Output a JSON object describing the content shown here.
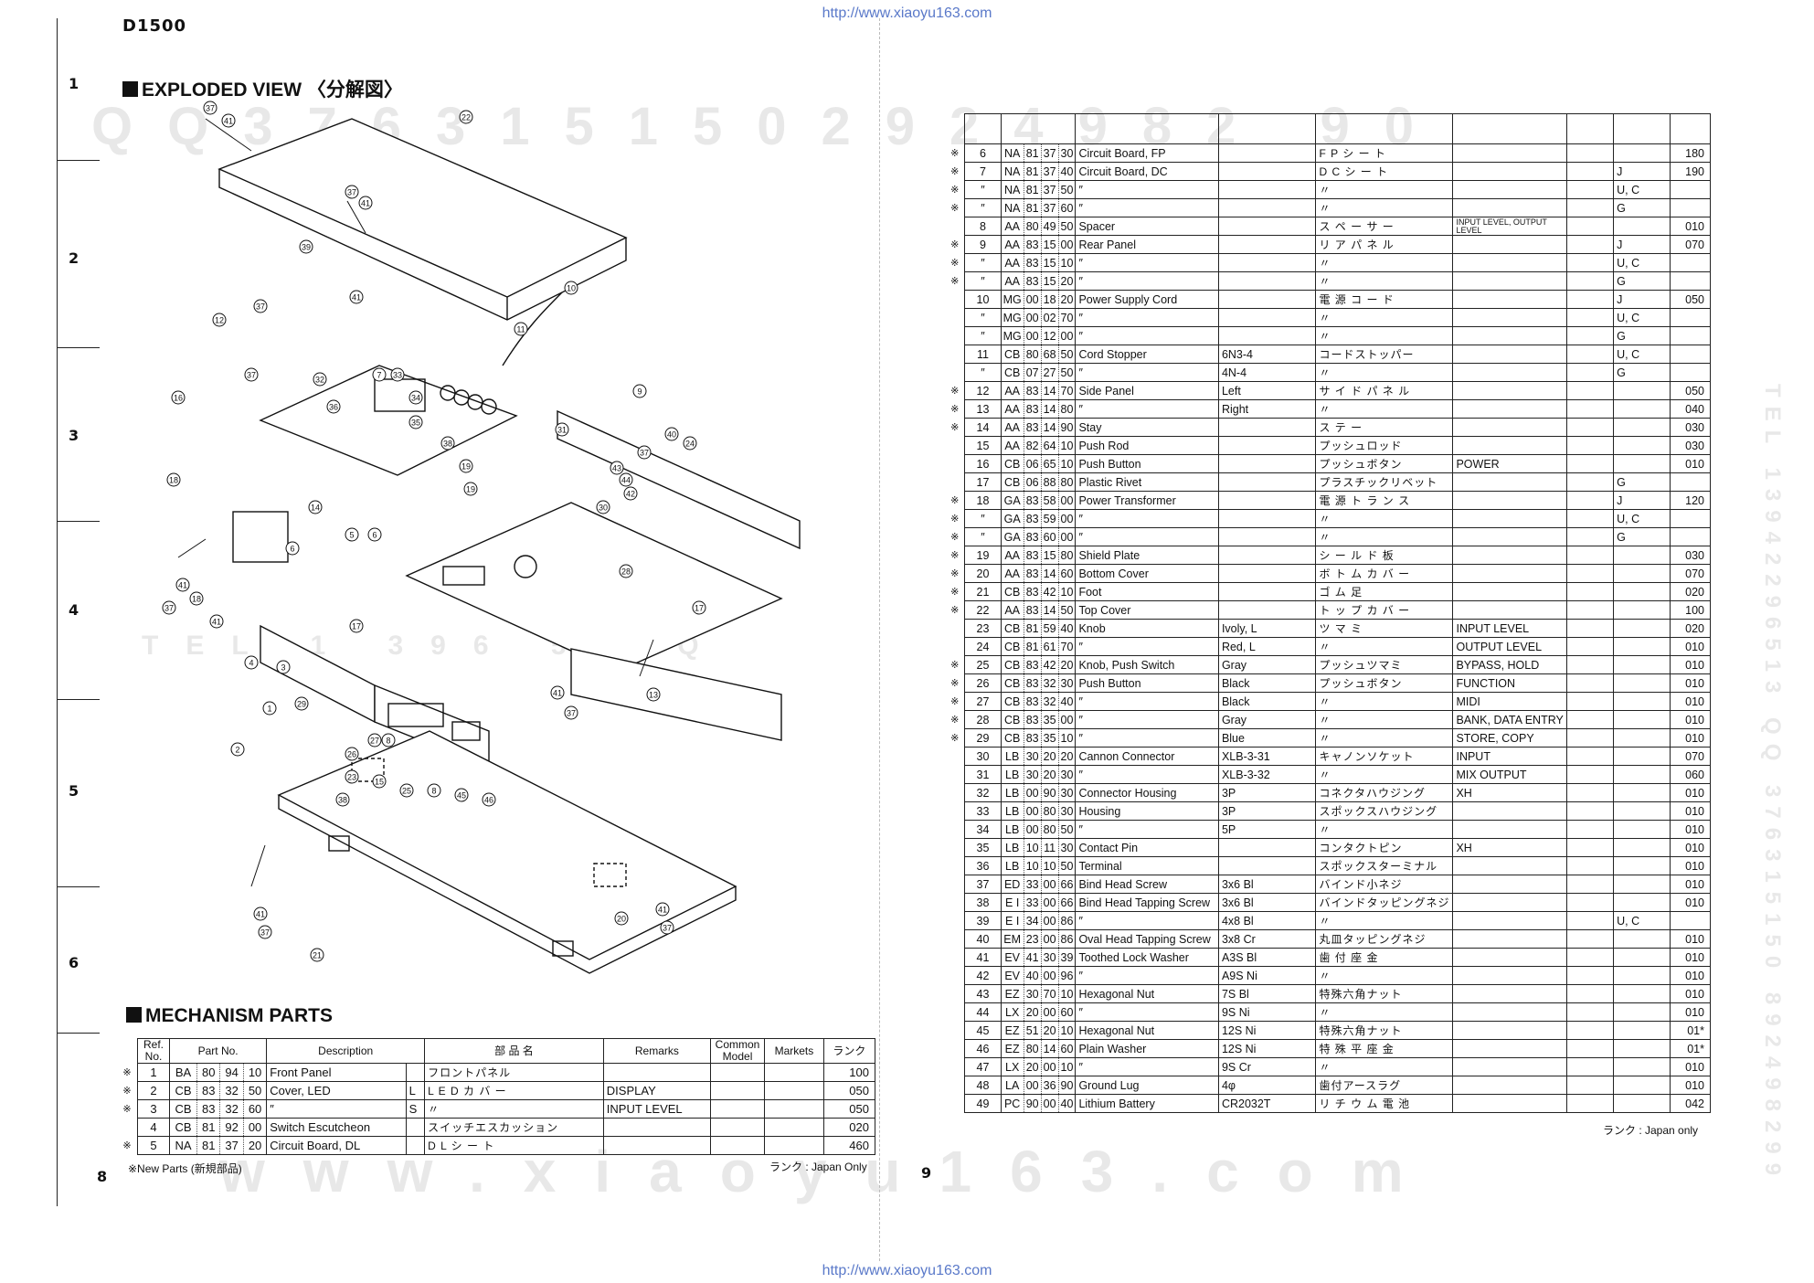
{
  "site_url": "http://www.xiaoyu163.com",
  "model": "D1500",
  "row_guide": [
    "1",
    "2",
    "3",
    "4",
    "5",
    "6"
  ],
  "exploded_title": "EXPLODED VIEW 〈分解図〉",
  "mechanism_title": "MECHANISM PARTS",
  "watermark_top": "QQ3763151502924982 90",
  "watermark_mid": "TEL 1 396 5 QQ",
  "watermark_bottom": "www.xiaoyu163.com",
  "watermark_side": "TEL 13942296513 QQ 376315150 892498299",
  "mech_headers": {
    "ref": "Ref. No.",
    "part": "Part No.",
    "desc": "Description",
    "jp": "部 品 名",
    "remarks": "Remarks",
    "common": "Common Model",
    "markets": "Markets",
    "rank": "ランク"
  },
  "mech_rows": [
    {
      "mark": "※",
      "ref": "1",
      "p": [
        "BA",
        "80",
        "94",
        "10"
      ],
      "desc": "Front Panel",
      "spec": "",
      "jp": "フロントパネル",
      "rem": "",
      "mk": "",
      "rank": "100"
    },
    {
      "mark": "※",
      "ref": "2",
      "p": [
        "CB",
        "83",
        "32",
        "50"
      ],
      "desc": "Cover, LED",
      "spec": "L",
      "jp": "L E D カ バ ー",
      "rem": "DISPLAY",
      "mk": "",
      "rank": "050"
    },
    {
      "mark": "※",
      "ref": "3",
      "p": [
        "CB",
        "83",
        "32",
        "60"
      ],
      "desc": "″",
      "spec": "S",
      "jp": "〃",
      "rem": "INPUT LEVEL",
      "mk": "",
      "rank": "050"
    },
    {
      "mark": "",
      "ref": "4",
      "p": [
        "CB",
        "81",
        "92",
        "00"
      ],
      "desc": "Switch Escutcheon",
      "spec": "",
      "jp": "スイッチエスカッション",
      "rem": "",
      "mk": "",
      "rank": "020"
    },
    {
      "mark": "※",
      "ref": "5",
      "p": [
        "NA",
        "81",
        "37",
        "20"
      ],
      "desc": "Circuit Board, DL",
      "spec": "",
      "jp": "D L シ ー ト",
      "rem": "",
      "mk": "",
      "rank": "460"
    }
  ],
  "new_parts_note": "※New Parts (新規部品)",
  "rank_note": "ランク : Japan Only",
  "rank_note2": "ランク : Japan only",
  "page_left": "8",
  "page_right": "9",
  "right_rows": [
    {
      "mark": "※",
      "ref": "6",
      "p": [
        "NA",
        "81",
        "37",
        "30"
      ],
      "desc": "Circuit Board, FP",
      "spec": "",
      "jp": "F P シ ー ト",
      "rem": "",
      "mk": "",
      "rank": "180"
    },
    {
      "mark": "※",
      "ref": "7",
      "p": [
        "NA",
        "81",
        "37",
        "40"
      ],
      "desc": "Circuit Board, DC",
      "spec": "",
      "jp": "D C シ ー ト",
      "rem": "",
      "mk": "J",
      "rank": "190"
    },
    {
      "mark": "※",
      "ref": "″",
      "p": [
        "NA",
        "81",
        "37",
        "50"
      ],
      "desc": "″",
      "spec": "",
      "jp": "〃",
      "rem": "",
      "mk": "U, C",
      "rank": ""
    },
    {
      "mark": "※",
      "ref": "″",
      "p": [
        "NA",
        "81",
        "37",
        "60"
      ],
      "desc": "″",
      "spec": "",
      "jp": "〃",
      "rem": "",
      "mk": "G",
      "rank": ""
    },
    {
      "mark": "",
      "ref": "8",
      "p": [
        "AA",
        "80",
        "49",
        "50"
      ],
      "desc": "Spacer",
      "spec": "",
      "jp": "ス ペ ー サ ー",
      "rem": "INPUT LEVEL, OUTPUT LEVEL",
      "mk": "",
      "rank": "010"
    },
    {
      "mark": "※",
      "ref": "9",
      "p": [
        "AA",
        "83",
        "15",
        "00"
      ],
      "desc": "Rear Panel",
      "spec": "",
      "jp": "リ ア パ ネ ル",
      "rem": "",
      "mk": "J",
      "rank": "070"
    },
    {
      "mark": "※",
      "ref": "″",
      "p": [
        "AA",
        "83",
        "15",
        "10"
      ],
      "desc": "″",
      "spec": "",
      "jp": "〃",
      "rem": "",
      "mk": "U, C",
      "rank": ""
    },
    {
      "mark": "※",
      "ref": "″",
      "p": [
        "AA",
        "83",
        "15",
        "20"
      ],
      "desc": "″",
      "spec": "",
      "jp": "〃",
      "rem": "",
      "mk": "G",
      "rank": ""
    },
    {
      "mark": "",
      "ref": "10",
      "p": [
        "MG",
        "00",
        "18",
        "20"
      ],
      "desc": "Power Supply Cord",
      "spec": "",
      "jp": "電 源 コ ー ド",
      "rem": "",
      "mk": "J",
      "rank": "050"
    },
    {
      "mark": "",
      "ref": "″",
      "p": [
        "MG",
        "00",
        "02",
        "70"
      ],
      "desc": "″",
      "spec": "",
      "jp": "〃",
      "rem": "",
      "mk": "U, C",
      "rank": ""
    },
    {
      "mark": "",
      "ref": "″",
      "p": [
        "MG",
        "00",
        "12",
        "00"
      ],
      "desc": "″",
      "spec": "",
      "jp": "〃",
      "rem": "",
      "mk": "G",
      "rank": ""
    },
    {
      "mark": "",
      "ref": "11",
      "p": [
        "CB",
        "80",
        "68",
        "50"
      ],
      "desc": "Cord Stopper",
      "spec": "6N3-4",
      "jp": "コードストッパー",
      "rem": "",
      "mk": "U, C",
      "rank": ""
    },
    {
      "mark": "",
      "ref": "″",
      "p": [
        "CB",
        "07",
        "27",
        "50"
      ],
      "desc": "″",
      "spec": "4N-4",
      "jp": "〃",
      "rem": "",
      "mk": "G",
      "rank": ""
    },
    {
      "mark": "※",
      "ref": "12",
      "p": [
        "AA",
        "83",
        "14",
        "70"
      ],
      "desc": "Side Panel",
      "spec": "Left",
      "jp": "サ イ ド パ ネ ル",
      "rem": "",
      "mk": "",
      "rank": "050"
    },
    {
      "mark": "※",
      "ref": "13",
      "p": [
        "AA",
        "83",
        "14",
        "80"
      ],
      "desc": "″",
      "spec": "Right",
      "jp": "〃",
      "rem": "",
      "mk": "",
      "rank": "040"
    },
    {
      "mark": "※",
      "ref": "14",
      "p": [
        "AA",
        "83",
        "14",
        "90"
      ],
      "desc": "Stay",
      "spec": "",
      "jp": "ス テ ー",
      "rem": "",
      "mk": "",
      "rank": "030"
    },
    {
      "mark": "",
      "ref": "15",
      "p": [
        "AA",
        "82",
        "64",
        "10"
      ],
      "desc": "Push Rod",
      "spec": "",
      "jp": "プッシュロッド",
      "rem": "",
      "mk": "",
      "rank": "030"
    },
    {
      "mark": "",
      "ref": "16",
      "p": [
        "CB",
        "06",
        "65",
        "10"
      ],
      "desc": "Push Button",
      "spec": "",
      "jp": "プッシュボタン",
      "rem": "POWER",
      "mk": "",
      "rank": "010"
    },
    {
      "mark": "",
      "ref": "17",
      "p": [
        "CB",
        "06",
        "88",
        "80"
      ],
      "desc": "Plastic Rivet",
      "spec": "",
      "jp": "プラスチックリベット",
      "rem": "",
      "mk": "G",
      "rank": ""
    },
    {
      "mark": "※",
      "ref": "18",
      "p": [
        "GA",
        "83",
        "58",
        "00"
      ],
      "desc": "Power Transformer",
      "spec": "",
      "jp": "電 源 ト ラ ン ス",
      "rem": "",
      "mk": "J",
      "rank": "120"
    },
    {
      "mark": "※",
      "ref": "″",
      "p": [
        "GA",
        "83",
        "59",
        "00"
      ],
      "desc": "″",
      "spec": "",
      "jp": "〃",
      "rem": "",
      "mk": "U, C",
      "rank": ""
    },
    {
      "mark": "※",
      "ref": "″",
      "p": [
        "GA",
        "83",
        "60",
        "00"
      ],
      "desc": "″",
      "spec": "",
      "jp": "〃",
      "rem": "",
      "mk": "G",
      "rank": ""
    },
    {
      "mark": "※",
      "ref": "19",
      "p": [
        "AA",
        "83",
        "15",
        "80"
      ],
      "desc": "Shield Plate",
      "spec": "",
      "jp": "シ ー ル ド 板",
      "rem": "",
      "mk": "",
      "rank": "030"
    },
    {
      "mark": "※",
      "ref": "20",
      "p": [
        "AA",
        "83",
        "14",
        "60"
      ],
      "desc": "Bottom Cover",
      "spec": "",
      "jp": "ボ ト ム カ バ ー",
      "rem": "",
      "mk": "",
      "rank": "070"
    },
    {
      "mark": "※",
      "ref": "21",
      "p": [
        "CB",
        "83",
        "42",
        "10"
      ],
      "desc": "Foot",
      "spec": "",
      "jp": "ゴ ム 足",
      "rem": "",
      "mk": "",
      "rank": "020"
    },
    {
      "mark": "※",
      "ref": "22",
      "p": [
        "AA",
        "83",
        "14",
        "50"
      ],
      "desc": "Top Cover",
      "spec": "",
      "jp": "ト ッ プ カ バ ー",
      "rem": "",
      "mk": "",
      "rank": "100"
    },
    {
      "mark": "",
      "ref": "23",
      "p": [
        "CB",
        "81",
        "59",
        "40"
      ],
      "desc": "Knob",
      "spec": "Ivoly, L",
      "jp": "ツ マ ミ",
      "rem": "INPUT LEVEL",
      "mk": "",
      "rank": "020"
    },
    {
      "mark": "",
      "ref": "24",
      "p": [
        "CB",
        "81",
        "61",
        "70"
      ],
      "desc": "″",
      "spec": "Red, L",
      "jp": "〃",
      "rem": "OUTPUT LEVEL",
      "mk": "",
      "rank": "010"
    },
    {
      "mark": "※",
      "ref": "25",
      "p": [
        "CB",
        "83",
        "42",
        "20"
      ],
      "desc": "Knob, Push Switch",
      "spec": "Gray",
      "jp": "プッシュツマミ",
      "rem": "BYPASS, HOLD",
      "mk": "",
      "rank": "010"
    },
    {
      "mark": "※",
      "ref": "26",
      "p": [
        "CB",
        "83",
        "32",
        "30"
      ],
      "desc": "Push Button",
      "spec": "Black",
      "jp": "プッシュボタン",
      "rem": "FUNCTION",
      "mk": "",
      "rank": "010"
    },
    {
      "mark": "※",
      "ref": "27",
      "p": [
        "CB",
        "83",
        "32",
        "40"
      ],
      "desc": "″",
      "spec": "Black",
      "jp": "〃",
      "rem": "MIDI",
      "mk": "",
      "rank": "010"
    },
    {
      "mark": "※",
      "ref": "28",
      "p": [
        "CB",
        "83",
        "35",
        "00"
      ],
      "desc": "″",
      "spec": "Gray",
      "jp": "〃",
      "rem": "BANK, DATA ENTRY",
      "mk": "",
      "rank": "010"
    },
    {
      "mark": "※",
      "ref": "29",
      "p": [
        "CB",
        "83",
        "35",
        "10"
      ],
      "desc": "″",
      "spec": "Blue",
      "jp": "〃",
      "rem": "STORE, COPY",
      "mk": "",
      "rank": "010"
    },
    {
      "mark": "",
      "ref": "30",
      "p": [
        "LB",
        "30",
        "20",
        "20"
      ],
      "desc": "Cannon Connector",
      "spec": "XLB-3-31",
      "jp": "キャノンソケット",
      "rem": "INPUT",
      "mk": "",
      "rank": "070"
    },
    {
      "mark": "",
      "ref": "31",
      "p": [
        "LB",
        "30",
        "20",
        "30"
      ],
      "desc": "″",
      "spec": "XLB-3-32",
      "jp": "〃",
      "rem": "MIX OUTPUT",
      "mk": "",
      "rank": "060"
    },
    {
      "mark": "",
      "ref": "32",
      "p": [
        "LB",
        "00",
        "90",
        "30"
      ],
      "desc": "Connector Housing",
      "spec": "3P",
      "jp": "コネクタハウジング",
      "rem": "XH",
      "mk": "",
      "rank": "010"
    },
    {
      "mark": "",
      "ref": "33",
      "p": [
        "LB",
        "00",
        "80",
        "30"
      ],
      "desc": "Housing",
      "spec": "3P",
      "jp": "スポックスハウジング",
      "rem": "",
      "mk": "",
      "rank": "010"
    },
    {
      "mark": "",
      "ref": "34",
      "p": [
        "LB",
        "00",
        "80",
        "50"
      ],
      "desc": "″",
      "spec": "5P",
      "jp": "〃",
      "rem": "",
      "mk": "",
      "rank": "010"
    },
    {
      "mark": "",
      "ref": "35",
      "p": [
        "LB",
        "10",
        "11",
        "30"
      ],
      "desc": "Contact Pin",
      "spec": "",
      "jp": "コンタクトピン",
      "rem": "XH",
      "mk": "",
      "rank": "010"
    },
    {
      "mark": "",
      "ref": "36",
      "p": [
        "LB",
        "10",
        "10",
        "50"
      ],
      "desc": "Terminal",
      "spec": "",
      "jp": "スポックスターミナル",
      "rem": "",
      "mk": "",
      "rank": "010"
    },
    {
      "mark": "",
      "ref": "37",
      "p": [
        "ED",
        "33",
        "00",
        "66"
      ],
      "desc": "Bind Head Screw",
      "spec": "3x6     Bl",
      "jp": "バインド小ネジ",
      "rem": "",
      "mk": "",
      "rank": "010"
    },
    {
      "mark": "",
      "ref": "38",
      "p": [
        "E I",
        "33",
        "00",
        "66"
      ],
      "desc": "Bind Head Tapping Screw",
      "spec": "3x6     Bl",
      "jp": "バインドタッピングネジ",
      "rem": "",
      "mk": "",
      "rank": "010"
    },
    {
      "mark": "",
      "ref": "39",
      "p": [
        "E I",
        "34",
        "00",
        "86"
      ],
      "desc": "″",
      "spec": "4x8     Bl",
      "jp": "〃",
      "rem": "",
      "mk": "U, C",
      "rank": ""
    },
    {
      "mark": "",
      "ref": "40",
      "p": [
        "EM",
        "23",
        "00",
        "86"
      ],
      "desc": "Oval Head Tapping Screw",
      "spec": "3x8     Cr",
      "jp": "丸皿タッピングネジ",
      "rem": "",
      "mk": "",
      "rank": "010"
    },
    {
      "mark": "",
      "ref": "41",
      "p": [
        "EV",
        "41",
        "30",
        "39"
      ],
      "desc": "Toothed Lock Washer",
      "spec": "A3S     Bl",
      "jp": "歯 付 座 金",
      "rem": "",
      "mk": "",
      "rank": "010"
    },
    {
      "mark": "",
      "ref": "42",
      "p": [
        "EV",
        "40",
        "00",
        "96"
      ],
      "desc": "″",
      "spec": "A9S     Ni",
      "jp": "〃",
      "rem": "",
      "mk": "",
      "rank": "010"
    },
    {
      "mark": "",
      "ref": "43",
      "p": [
        "EZ",
        "30",
        "70",
        "10"
      ],
      "desc": "Hexagonal Nut",
      "spec": "7S      Bl",
      "jp": "特殊六角ナット",
      "rem": "",
      "mk": "",
      "rank": "010"
    },
    {
      "mark": "",
      "ref": "44",
      "p": [
        "LX",
        "20",
        "00",
        "60"
      ],
      "desc": "″",
      "spec": "9S      Ni",
      "jp": "〃",
      "rem": "",
      "mk": "",
      "rank": "010"
    },
    {
      "mark": "",
      "ref": "45",
      "p": [
        "EZ",
        "51",
        "20",
        "10"
      ],
      "desc": "Hexagonal Nut",
      "spec": "12S     Ni",
      "jp": "特殊六角ナット",
      "rem": "",
      "mk": "",
      "rank": "01*"
    },
    {
      "mark": "",
      "ref": "46",
      "p": [
        "EZ",
        "80",
        "14",
        "60"
      ],
      "desc": "Plain Washer",
      "spec": "12S     Ni",
      "jp": "特 殊 平 座 金",
      "rem": "",
      "mk": "",
      "rank": "01*"
    },
    {
      "mark": "",
      "ref": "47",
      "p": [
        "LX",
        "20",
        "00",
        "10"
      ],
      "desc": "″",
      "spec": "9S      Cr",
      "jp": "〃",
      "rem": "",
      "mk": "",
      "rank": "010"
    },
    {
      "mark": "",
      "ref": "48",
      "p": [
        "LA",
        "00",
        "36",
        "90"
      ],
      "desc": "Ground Lug",
      "spec": "4φ",
      "jp": "歯付アースラグ",
      "rem": "",
      "mk": "",
      "rank": "010"
    },
    {
      "mark": "",
      "ref": "49",
      "p": [
        "PC",
        "90",
        "00",
        "40"
      ],
      "desc": "Lithium Battery",
      "spec": "CR2032T",
      "jp": "リ チ ウ ム 電 池",
      "rem": "",
      "mk": "",
      "rank": "042"
    }
  ],
  "diagram_callouts": [
    "37",
    "41",
    "22",
    "37",
    "41",
    "39",
    "37",
    "41",
    "12",
    "7",
    "32",
    "36",
    "16",
    "18",
    "37",
    "33",
    "34",
    "35",
    "38",
    "11",
    "10",
    "31",
    "9",
    "40",
    "37",
    "43",
    "44",
    "42",
    "30",
    "24",
    "41",
    "37",
    "18",
    "41",
    "19",
    "6",
    "5",
    "14",
    "6",
    "19",
    "17",
    "28",
    "17",
    "4",
    "3",
    "29",
    "1",
    "13",
    "41",
    "37",
    "2",
    "26",
    "27",
    "23",
    "15",
    "20",
    "41",
    "37",
    "41",
    "37",
    "21",
    "38",
    "8",
    "25",
    "8",
    "45",
    "46"
  ]
}
